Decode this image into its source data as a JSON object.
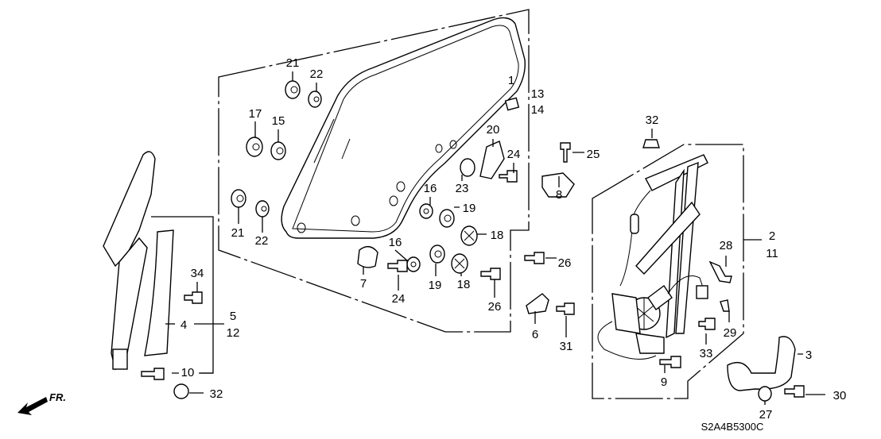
{
  "diagram": {
    "code": "S2A4B5300C",
    "direction_label": "FR.",
    "callouts": [
      "21",
      "22",
      "17",
      "15",
      "21",
      "22",
      "1",
      "13",
      "14",
      "20",
      "24",
      "25",
      "32",
      "23",
      "16",
      "19",
      "18",
      "8",
      "16",
      "7",
      "24",
      "19",
      "18",
      "26",
      "26",
      "6",
      "31",
      "2",
      "11",
      "28",
      "29",
      "33",
      "3",
      "9",
      "30",
      "27",
      "34",
      "5",
      "12",
      "4",
      "10",
      "32"
    ]
  }
}
